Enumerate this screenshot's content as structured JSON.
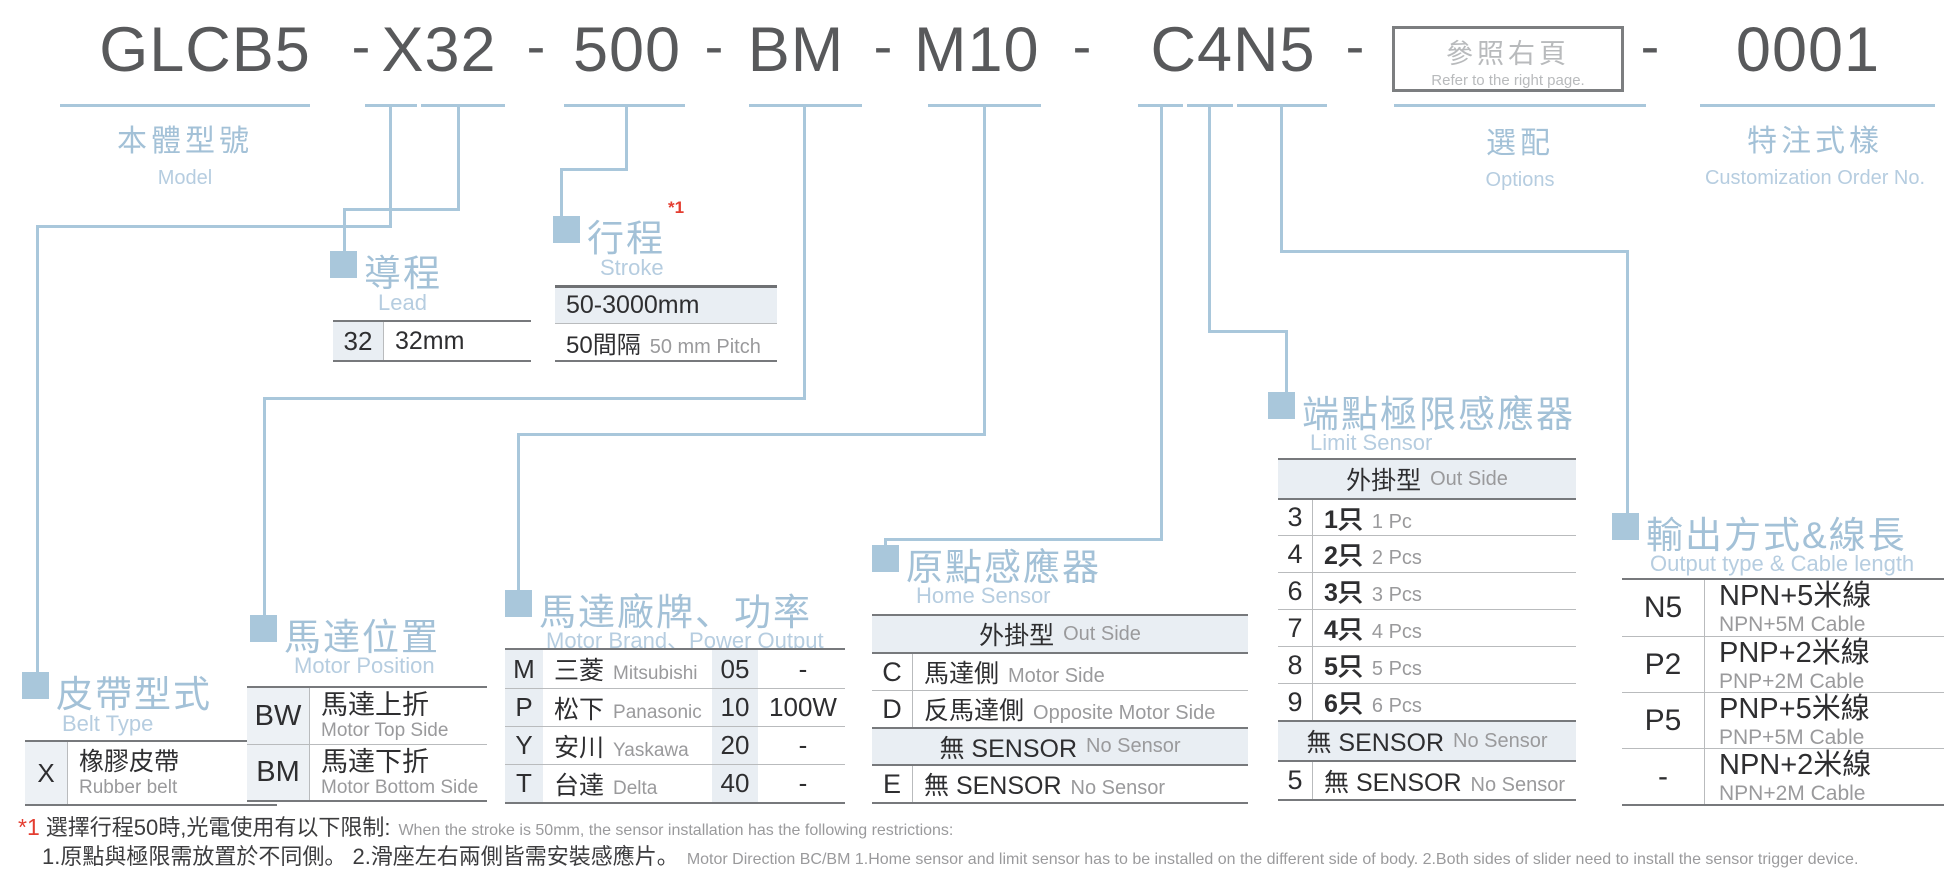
{
  "colors": {
    "accent_blue": "#a3c1d7",
    "accent_blue_light": "#b6cde0",
    "line_blue": "#a9c7db",
    "code_gray": "#58595b",
    "cell_bg": "#e9eef3",
    "border_dark": "#77797c",
    "border_light": "#b9bbbd",
    "text_dark": "#2e2e30",
    "text_gray": "#9a9a9c",
    "note_red": "#e43d30"
  },
  "model_code": {
    "separator": "-",
    "body": "GLCB5",
    "lead": "X32",
    "stroke": "500",
    "motor_position": "BM",
    "motor": "M10",
    "sensor": "C4N5",
    "serial": "0001",
    "options_box": {
      "zh": "參照右頁",
      "en": "Refer to the right page."
    }
  },
  "top_labels": {
    "model": {
      "zh": "本體型號",
      "en": "Model"
    },
    "options": {
      "zh": "選配",
      "en": "Options"
    },
    "customization": {
      "zh": "特注式樣",
      "en": "Customization Order No."
    }
  },
  "belt_type": {
    "title_zh": "皮帶型式",
    "title_en": "Belt Type",
    "rows": [
      {
        "code": "X",
        "zh": "橡膠皮帶",
        "en": "Rubber belt"
      }
    ]
  },
  "lead": {
    "title_zh": "導程",
    "title_en": "Lead",
    "rows": [
      {
        "code": "32",
        "desc": "32mm"
      }
    ]
  },
  "stroke": {
    "title_zh": "行程",
    "title_en": "Stroke",
    "note_ref": "*1",
    "range": "50-3000mm",
    "pitch_zh": "50間隔",
    "pitch_en": "50 mm Pitch"
  },
  "motor_position": {
    "title_zh": "馬達位置",
    "title_en": "Motor Position",
    "rows": [
      {
        "code": "BW",
        "zh": "馬達上折",
        "en": "Motor Top Side"
      },
      {
        "code": "BM",
        "zh": "馬達下折",
        "en": "Motor Bottom Side"
      }
    ]
  },
  "motor_brand": {
    "title_zh": "馬達廠牌、功率",
    "title_en": "Motor Brand、Power Output",
    "rows": [
      {
        "code": "M",
        "zh": "三菱",
        "en": "Mitsubishi",
        "power_code": "05",
        "power": "-"
      },
      {
        "code": "P",
        "zh": "松下",
        "en": "Panasonic",
        "power_code": "10",
        "power": "100W"
      },
      {
        "code": "Y",
        "zh": "安川",
        "en": "Yaskawa",
        "power_code": "20",
        "power": "-"
      },
      {
        "code": "T",
        "zh": "台達",
        "en": "Delta",
        "power_code": "40",
        "power": "-"
      }
    ]
  },
  "home_sensor": {
    "title_zh": "原點感應器",
    "title_en": "Home Sensor",
    "header_out": {
      "zh": "外掛型",
      "en": "Out Side"
    },
    "rows": [
      {
        "code": "C",
        "zh": "馬達側",
        "en": "Motor Side"
      },
      {
        "code": "D",
        "zh": "反馬達側",
        "en": "Opposite Motor Side"
      }
    ],
    "header_none": {
      "zh": "無 SENSOR",
      "en": "No Sensor"
    },
    "none_row": {
      "code": "E",
      "zh": "無 SENSOR",
      "en": "No Sensor"
    }
  },
  "limit_sensor": {
    "title_zh": "端點極限感應器",
    "title_en": "Limit Sensor",
    "header_out": {
      "zh": "外掛型",
      "en": "Out Side"
    },
    "rows": [
      {
        "code": "3",
        "zh": "1只",
        "en": "1 Pc"
      },
      {
        "code": "4",
        "zh": "2只",
        "en": "2 Pcs"
      },
      {
        "code": "6",
        "zh": "3只",
        "en": "3 Pcs"
      },
      {
        "code": "7",
        "zh": "4只",
        "en": "4 Pcs"
      },
      {
        "code": "8",
        "zh": "5只",
        "en": "5 Pcs"
      },
      {
        "code": "9",
        "zh": "6只",
        "en": "6 Pcs"
      }
    ],
    "header_none": {
      "zh": "無 SENSOR",
      "en": "No Sensor"
    },
    "none_row": {
      "code": "5",
      "zh": "無 SENSOR",
      "en": "No Sensor"
    }
  },
  "output": {
    "title_zh": "輸出方式&線長",
    "title_en": "Output type & Cable length",
    "rows": [
      {
        "code": "N5",
        "zh": "NPN+5米線",
        "en": "NPN+5M Cable"
      },
      {
        "code": "P2",
        "zh": "PNP+2米線",
        "en": "PNP+2M Cable"
      },
      {
        "code": "P5",
        "zh": "PNP+5米線",
        "en": "PNP+5M Cable"
      },
      {
        "code": "-",
        "zh": "NPN+2米線",
        "en": "NPN+2M Cable"
      }
    ]
  },
  "footnote": {
    "ref": "*1",
    "line1_zh": "選擇行程50時,光電使用有以下限制:",
    "line1_en": "When the stroke is 50mm, the sensor installation has  the following restrictions:",
    "line2_zh": "1.原點與極限需放置於不同側。 2.滑座左右兩側皆需安裝感應片。",
    "line2_en": "Motor Direction BC/BM 1.Home sensor and limit sensor has to be installed on the different side of body.  2.Both sides of slider need to install the sensor trigger device."
  }
}
